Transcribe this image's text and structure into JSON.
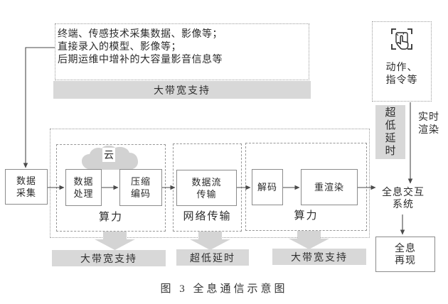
{
  "caption": "图 3  全息通信示意图",
  "colors": {
    "bar_background": "#d8d8d8",
    "cloud_fill": "#d2d2d2",
    "border_dashed": "#979797",
    "border_solid": "#8b8b8b",
    "arrow_line": "#4a4a4a",
    "text": "#2b2b2b"
  },
  "icons": {
    "interaction": "tap-gesture-icon",
    "cloud": "cloud-icon"
  },
  "source": {
    "lines": [
      "终端、传感技术采集数据、影像等；",
      "直接录入的模型、影像等；",
      "后期运维中增补的大容量影音信息等"
    ],
    "support": "大带宽支持"
  },
  "capture": {
    "line1": "数据",
    "line2": "采集"
  },
  "cloud_label": "云",
  "stages": {
    "compute1": {
      "box1_line1": "数据",
      "box1_line2": "处理",
      "box2_line1": "压缩",
      "box2_line2": "编码",
      "label": "算力",
      "support": "大带宽支持"
    },
    "network": {
      "box_line1": "数据流",
      "box_line2": "传输",
      "label": "网络传输",
      "support": "超低延时"
    },
    "compute2": {
      "box1": "解码",
      "box2": "重渲染",
      "label": "算力",
      "support": "大带宽支持"
    }
  },
  "interaction": {
    "line1": "动作、",
    "line2": "指令等",
    "latency": "超低延时",
    "realtime_line1": "实时",
    "realtime_line2": "渲染"
  },
  "output": {
    "system_line1": "全息交互",
    "system_line2": "系统",
    "repro_line1": "全息",
    "repro_line2": "再现"
  }
}
